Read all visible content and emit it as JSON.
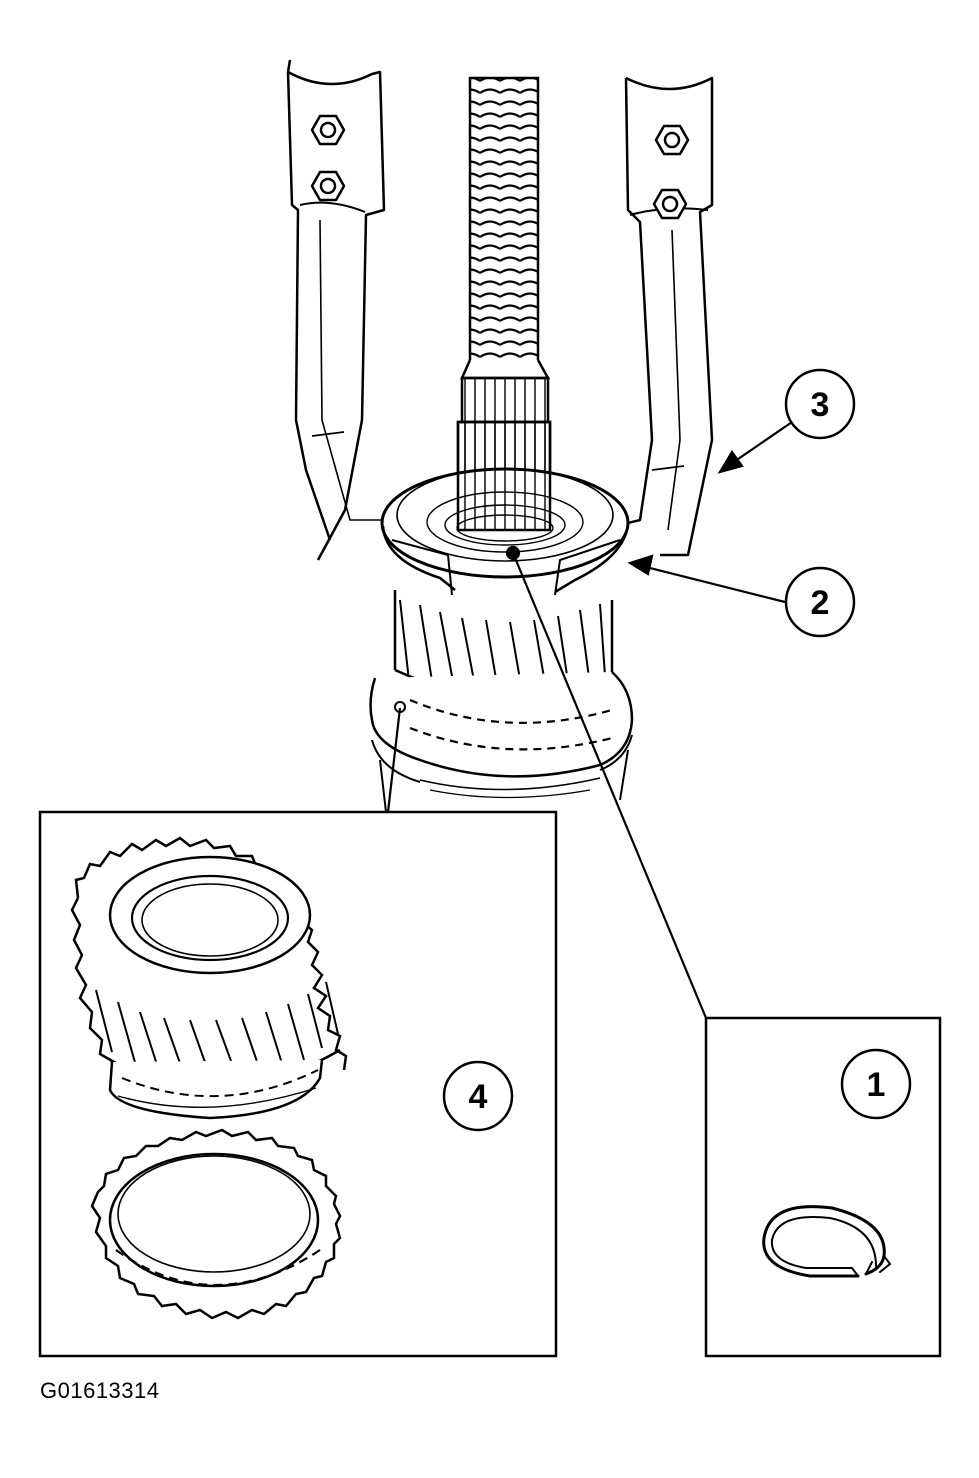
{
  "figure_code": "G01613314",
  "callouts": [
    {
      "id": "1",
      "label": "1"
    },
    {
      "id": "2",
      "label": "2"
    },
    {
      "id": "3",
      "label": "3"
    },
    {
      "id": "4",
      "label": "4"
    }
  ],
  "colors": {
    "ink": "#000000",
    "paper": "#ffffff"
  }
}
